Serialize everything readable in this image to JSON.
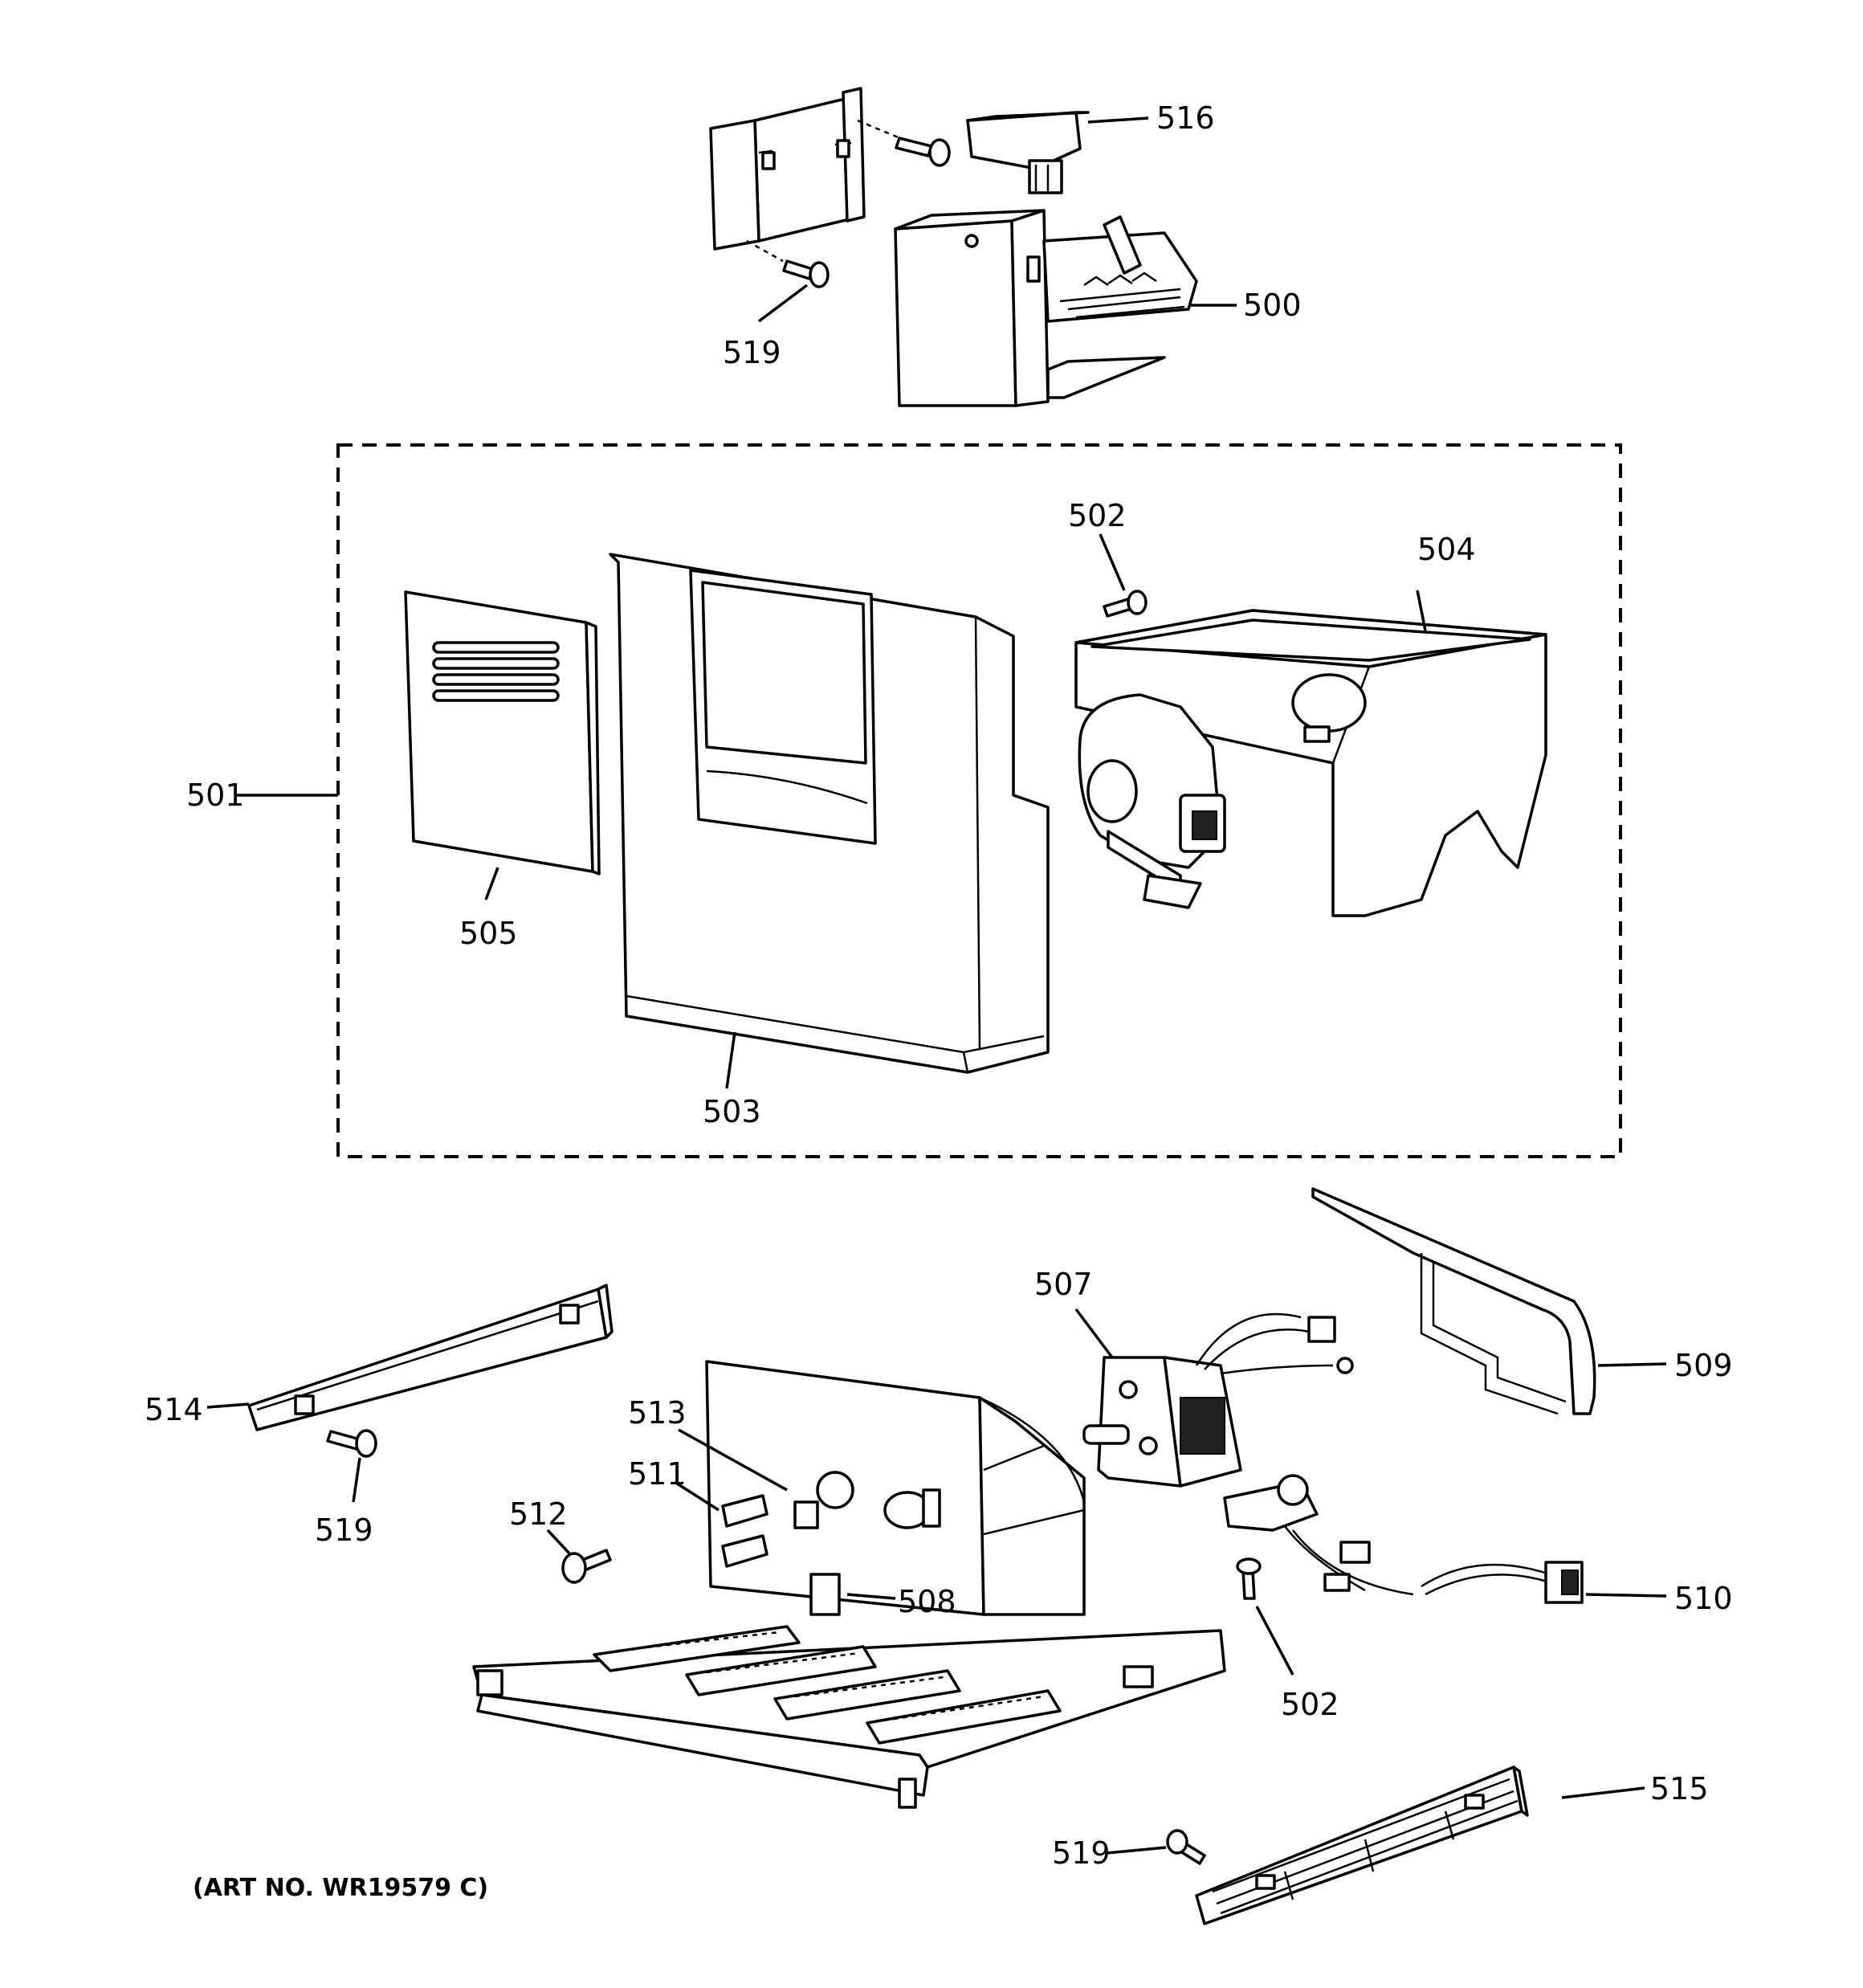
{
  "art_number": "(ART NO. WR19579 C)",
  "callouts": {
    "c516": "516",
    "c500": "500",
    "c519a": "519",
    "c502a": "502",
    "c504": "504",
    "c501": "501",
    "c505": "505",
    "c503": "503",
    "c507": "507",
    "c509": "509",
    "c514": "514",
    "c519b": "519",
    "c513": "513",
    "c511": "511",
    "c512": "512",
    "c508": "508",
    "c510": "510",
    "c502b": "502",
    "c515": "515",
    "c519c": "519"
  }
}
